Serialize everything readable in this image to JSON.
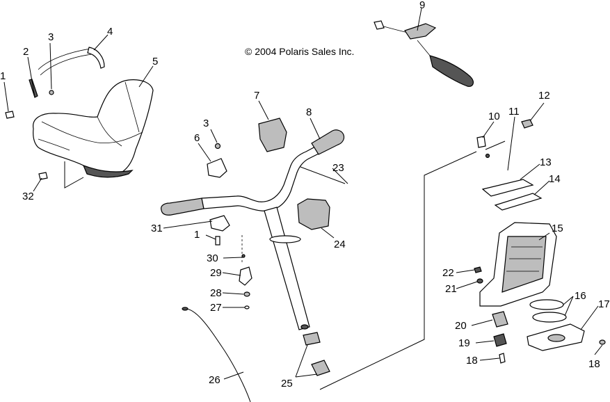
{
  "diagram": {
    "copyright": "© 2004 Polaris Sales Inc.",
    "callouts": [
      "1",
      "2",
      "3",
      "4",
      "5",
      "32",
      "3",
      "6",
      "7",
      "8",
      "23",
      "31",
      "1",
      "30",
      "29",
      "28",
      "27",
      "24",
      "26",
      "25",
      "9",
      "10",
      "11",
      "12",
      "13",
      "14",
      "15",
      "22",
      "21",
      "16",
      "17",
      "20",
      "19",
      "18",
      "18"
    ]
  }
}
